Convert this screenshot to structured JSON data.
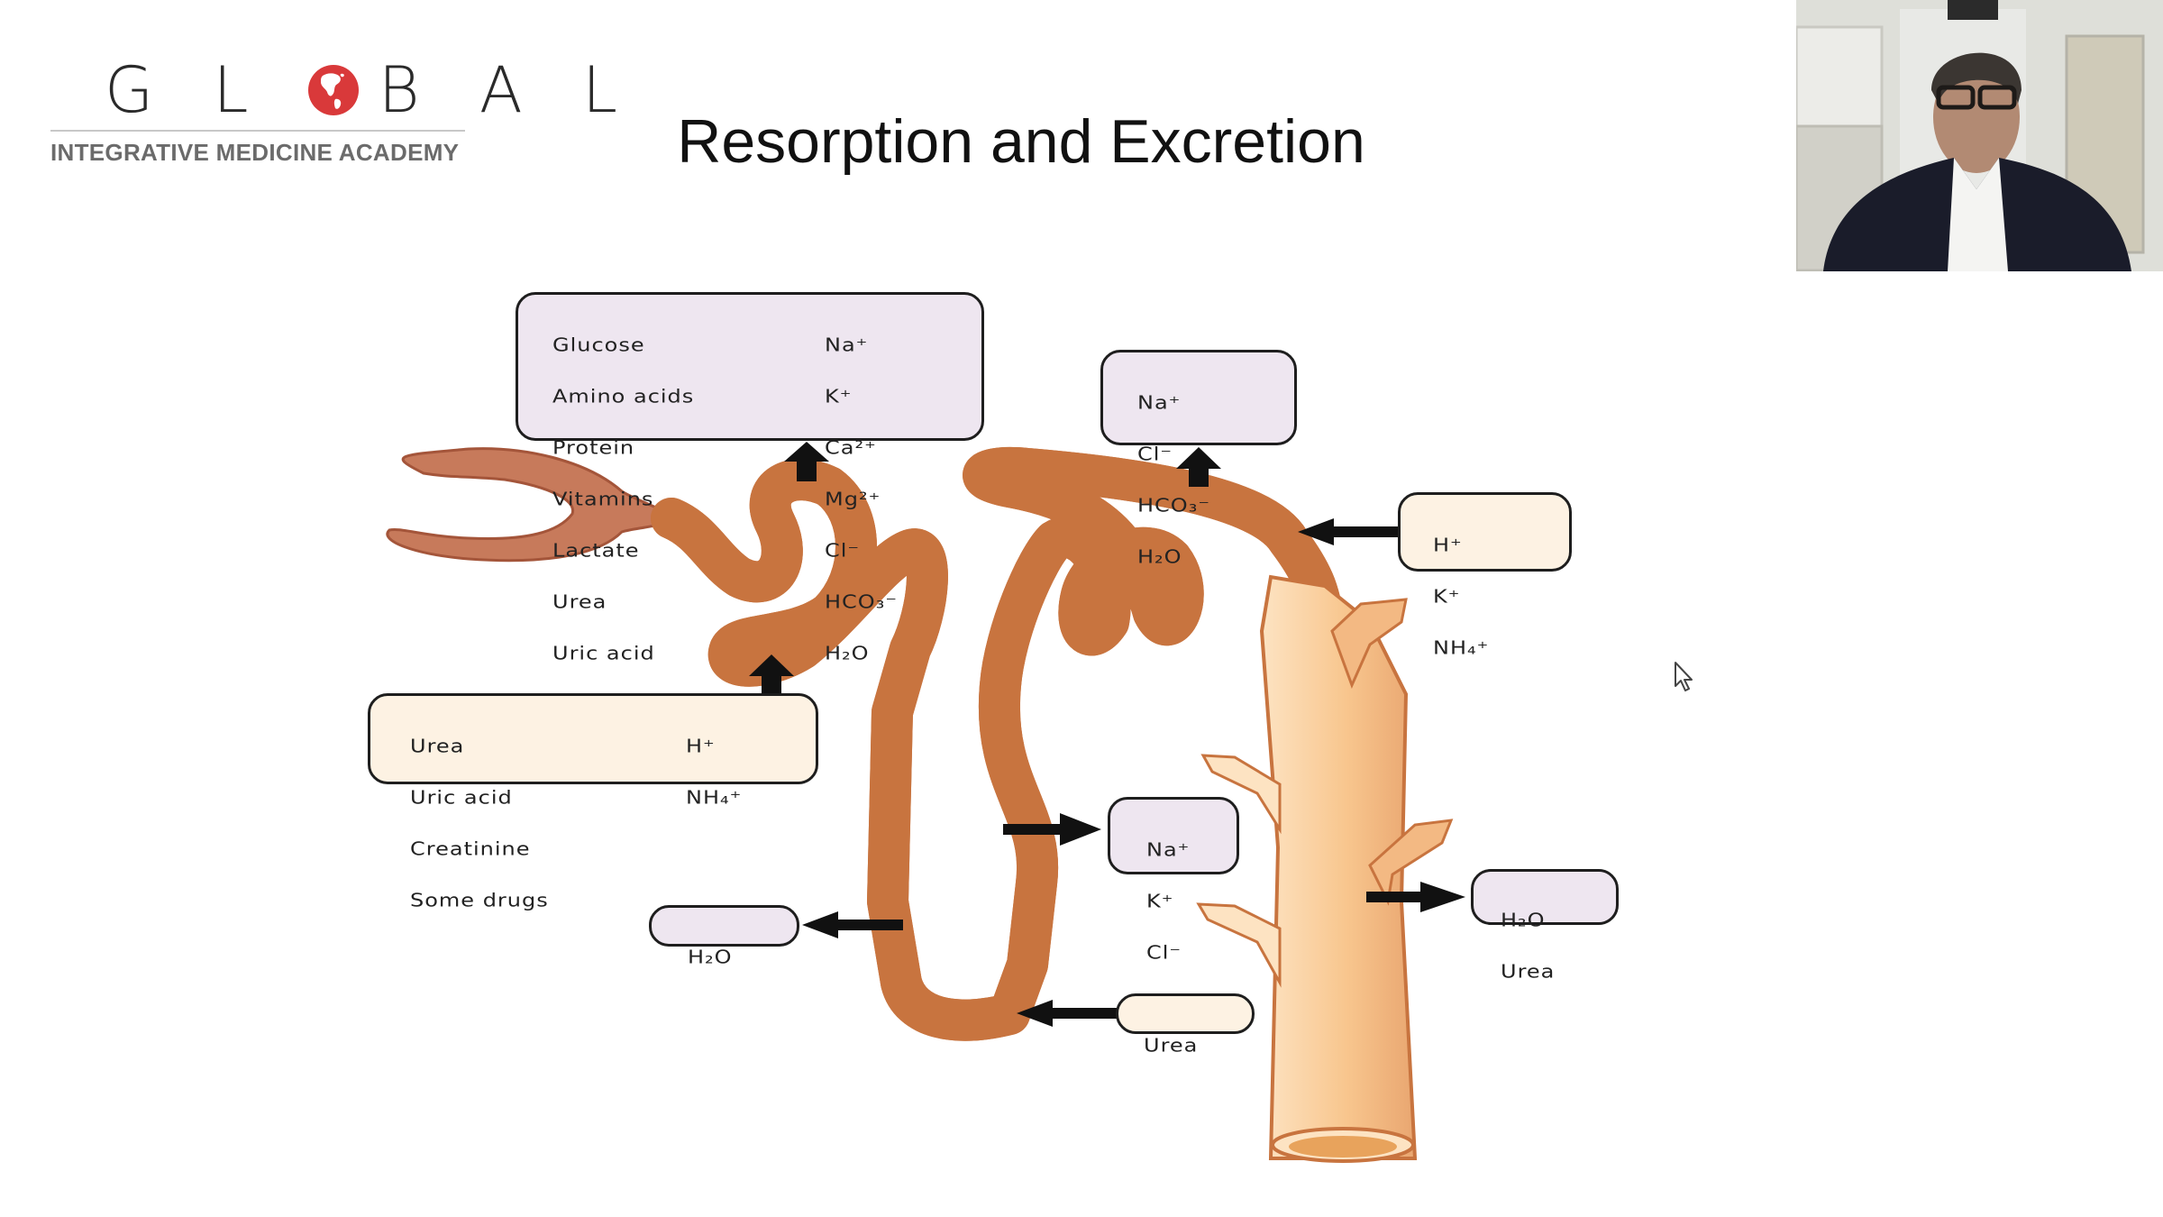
{
  "logo": {
    "letters_before": "G L",
    "letters_after": "B A L",
    "subtitle": "INTEGRATIVE MEDICINE ACADEMY",
    "globe_color": "#d9393a"
  },
  "slide": {
    "title": "Resorption and Excretion"
  },
  "webcam": {
    "description": "Presenter video feed"
  },
  "diagram": {
    "tubule_color": "#f9c993",
    "tubule_outline": "#c8743f",
    "capsule_color": "#c9785a",
    "boxes": {
      "pct_reabsorption": {
        "left_column": [
          "Glucose",
          "Amino acids",
          "Protein",
          "Vitamins",
          "Lactate",
          "Urea",
          "Uric acid"
        ],
        "right_column": [
          "Na⁺",
          "K⁺",
          "Ca²⁺",
          "Mg²⁺",
          "Cl⁻",
          "HCO₃⁻",
          "H₂O"
        ]
      },
      "dct_reabsorption": {
        "items": [
          "Na⁺",
          "Cl⁻",
          "HCO₃⁻",
          "H₂O"
        ]
      },
      "collecting_secretion": {
        "items": [
          "H⁺",
          "K⁺",
          "NH₄⁺"
        ]
      },
      "pct_secretion": {
        "left_column": [
          "Urea",
          "Uric acid",
          "Creatinine",
          "Some drugs"
        ],
        "right_column": [
          "H⁺",
          "NH₄⁺"
        ]
      },
      "ascending_limb": {
        "items": [
          "Na⁺",
          "K⁺",
          "Cl⁻"
        ]
      },
      "descending_limb": {
        "items": [
          "H₂O"
        ]
      },
      "loop_urea": {
        "items": [
          "Urea"
        ]
      },
      "collecting_duct": {
        "items": [
          "H₂O",
          "Urea"
        ]
      }
    }
  }
}
